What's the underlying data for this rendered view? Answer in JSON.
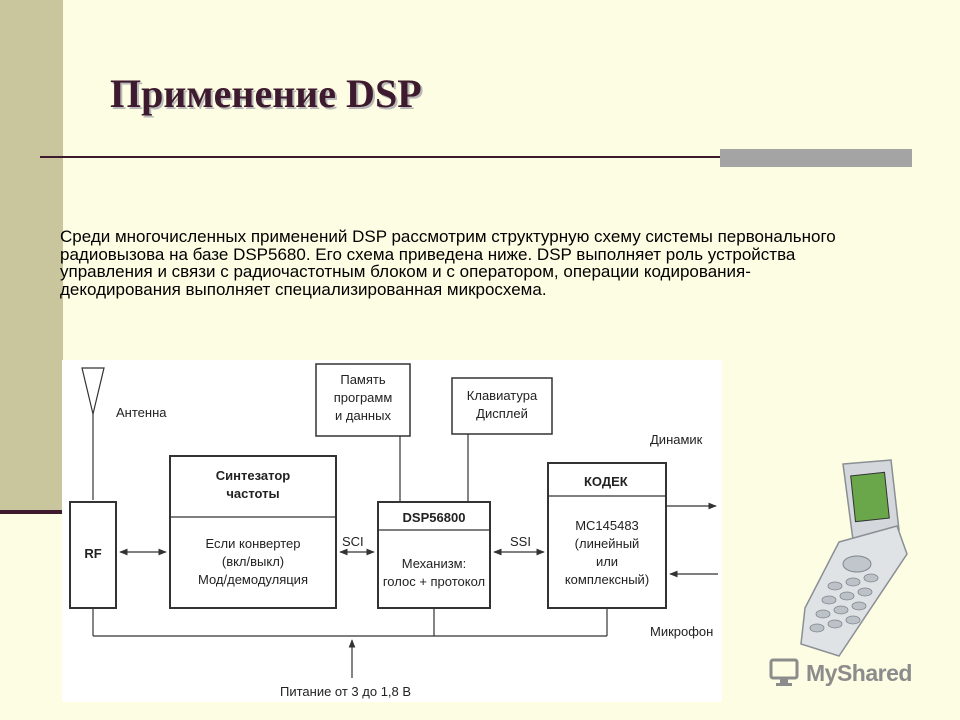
{
  "slide": {
    "title": "Применение DSP",
    "body": "Среди многочисленных применений DSP рассмотрим структурную схему системы первонального радиовызова на базе DSP5680. Его схема приведена ниже. DSP выполняет роль устройства управления и связи с радиочастотным блоком и с оператором, операции кодирования-декодирования выполняет специализированная микросхема."
  },
  "diagram": {
    "antenna_label": "Антенна",
    "rf_label": "RF",
    "synth_title_1": "Синтезатор",
    "synth_title_2": "частоты",
    "synth_body_1": "Если конвертер",
    "synth_body_2": "(вкл/выкл)",
    "synth_body_3": "Мод/демодуляция",
    "memory_1": "Память",
    "memory_2": "программ",
    "memory_3": "и данных",
    "keyboard_1": "Клавиатура",
    "keyboard_2": "Дисплей",
    "sci_label": "SCI",
    "ssi_label": "SSI",
    "dsp_title": "DSP56800",
    "dsp_body_1": "Механизм:",
    "dsp_body_2": "голос + протокол",
    "codec_title": "КОДЕК",
    "codec_body_1": "MC145483",
    "codec_body_2": "(линейный",
    "codec_body_3": "или",
    "codec_body_4": "комплексный)",
    "speaker_label": "Динамик",
    "mic_label": "Микрофон",
    "power_label": "Питание от 3 до 1,8 В"
  },
  "watermark": {
    "text": "MyShared"
  },
  "colors": {
    "background": "#fdfde3",
    "band": "#c9c69d",
    "accent": "#3d1a2e",
    "rule_gray": "#a4a4a4"
  }
}
